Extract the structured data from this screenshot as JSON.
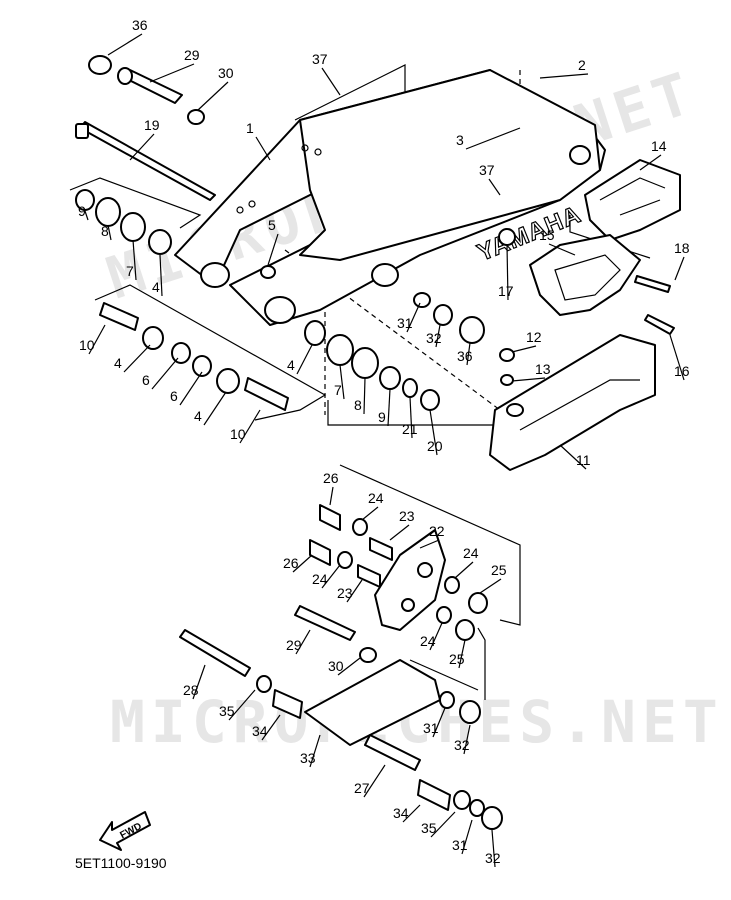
{
  "diagram_code": "5ET1100-9190",
  "brand_text": "YAMAHA",
  "direction_label": "FWD",
  "watermark_text": "MICROFICHES.NET",
  "callouts": [
    "36",
    "29",
    "30",
    "19",
    "1",
    "37",
    "2",
    "3",
    "37",
    "14",
    "9",
    "8",
    "7",
    "4",
    "5",
    "15",
    "18",
    "17",
    "31",
    "32",
    "36",
    "16",
    "12",
    "13",
    "10",
    "4",
    "6",
    "6",
    "4",
    "10",
    "4",
    "7",
    "8",
    "9",
    "21",
    "20",
    "11",
    "26",
    "24",
    "23",
    "22",
    "26",
    "24",
    "23",
    "24",
    "25",
    "29",
    "24",
    "25",
    "30",
    "28",
    "35",
    "34",
    "31",
    "32",
    "33",
    "27",
    "34",
    "35",
    "31",
    "32"
  ]
}
